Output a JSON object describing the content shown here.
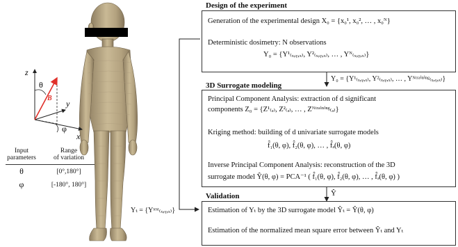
{
  "sections": {
    "design": {
      "title": "Design of the experiment",
      "line1": "Generation of the experimental design X₀ = {x₀¹, x₀², … , x₀ᴺ}",
      "line2": "Deterministic dosimetry: N observations",
      "line3": "Y₀ = {Y¹₍ₓ,ᵧ,ₓ₎, Y²₍ₓ,ᵧ,ₓ₎, … , Yᴺ₍ₓ,ᵧ,ₓ₎}"
    },
    "link_label": "Y₀ = {Y¹₍ₓ,ᵧ,ₓ₎, Y²₍ₓ,ᵧ,ₓ₎, … , Yᴺᵗʳᵃⁱⁿⁱⁿᵍ₍ₓ,ᵧ,ₓ₎}",
    "surrogate": {
      "title": "3D Surrogate modeling",
      "pca1": "Principal Component Analysis:  extraction of d significant",
      "pca2": "components Z₀ = {Z¹₍ₔ₎, Z²₍ₔ₎, … , Zᴺᵗʳᵃⁱⁿⁱⁿᵍ₍ₔ₎}",
      "krig1": "Kriging method: building of d univariate surrogate models",
      "krig2": "f̂₁(θ, φ), f̂₂(θ, φ), … , f̂ₔ(θ, φ)",
      "ipca1": "Inverse Principal Component Analysis:  reconstruction of the 3D",
      "ipca2": "surrogate model Ŷ(θ, φ) = PCA⁻¹ ( f̂₁(θ, φ), f̂₂(θ, φ), … , f̂ₔ(θ, φ) )"
    },
    "yhat_label": "Ŷ",
    "validation": {
      "title": "Validation",
      "line1": "Estimation of Yₜ by the 3D surrogate model Ŷₜ = Ŷ(θ, φ)",
      "line2": "Estimation of the normalized mean square error between Ŷₜ and Yₜ"
    },
    "yt_label": "Yₜ = {Yᵗᵉˢᵗ₍ₓ,ᵧ,ₓ₎}"
  },
  "axes": {
    "z": "z",
    "y": "y",
    "x": "x",
    "theta": "θ",
    "phi": "φ",
    "b_vector": "B"
  },
  "table": {
    "headers": [
      "Input\nparameters",
      "Range\nof variation"
    ],
    "rows": [
      [
        "θ",
        "[0°,180°]"
      ],
      [
        "φ",
        "[-180°, 180°]"
      ]
    ]
  },
  "colors": {
    "vector": "#e0302a",
    "figure": "#b8a88a",
    "figure_shade": "#8f7f62",
    "border": "#333333"
  }
}
